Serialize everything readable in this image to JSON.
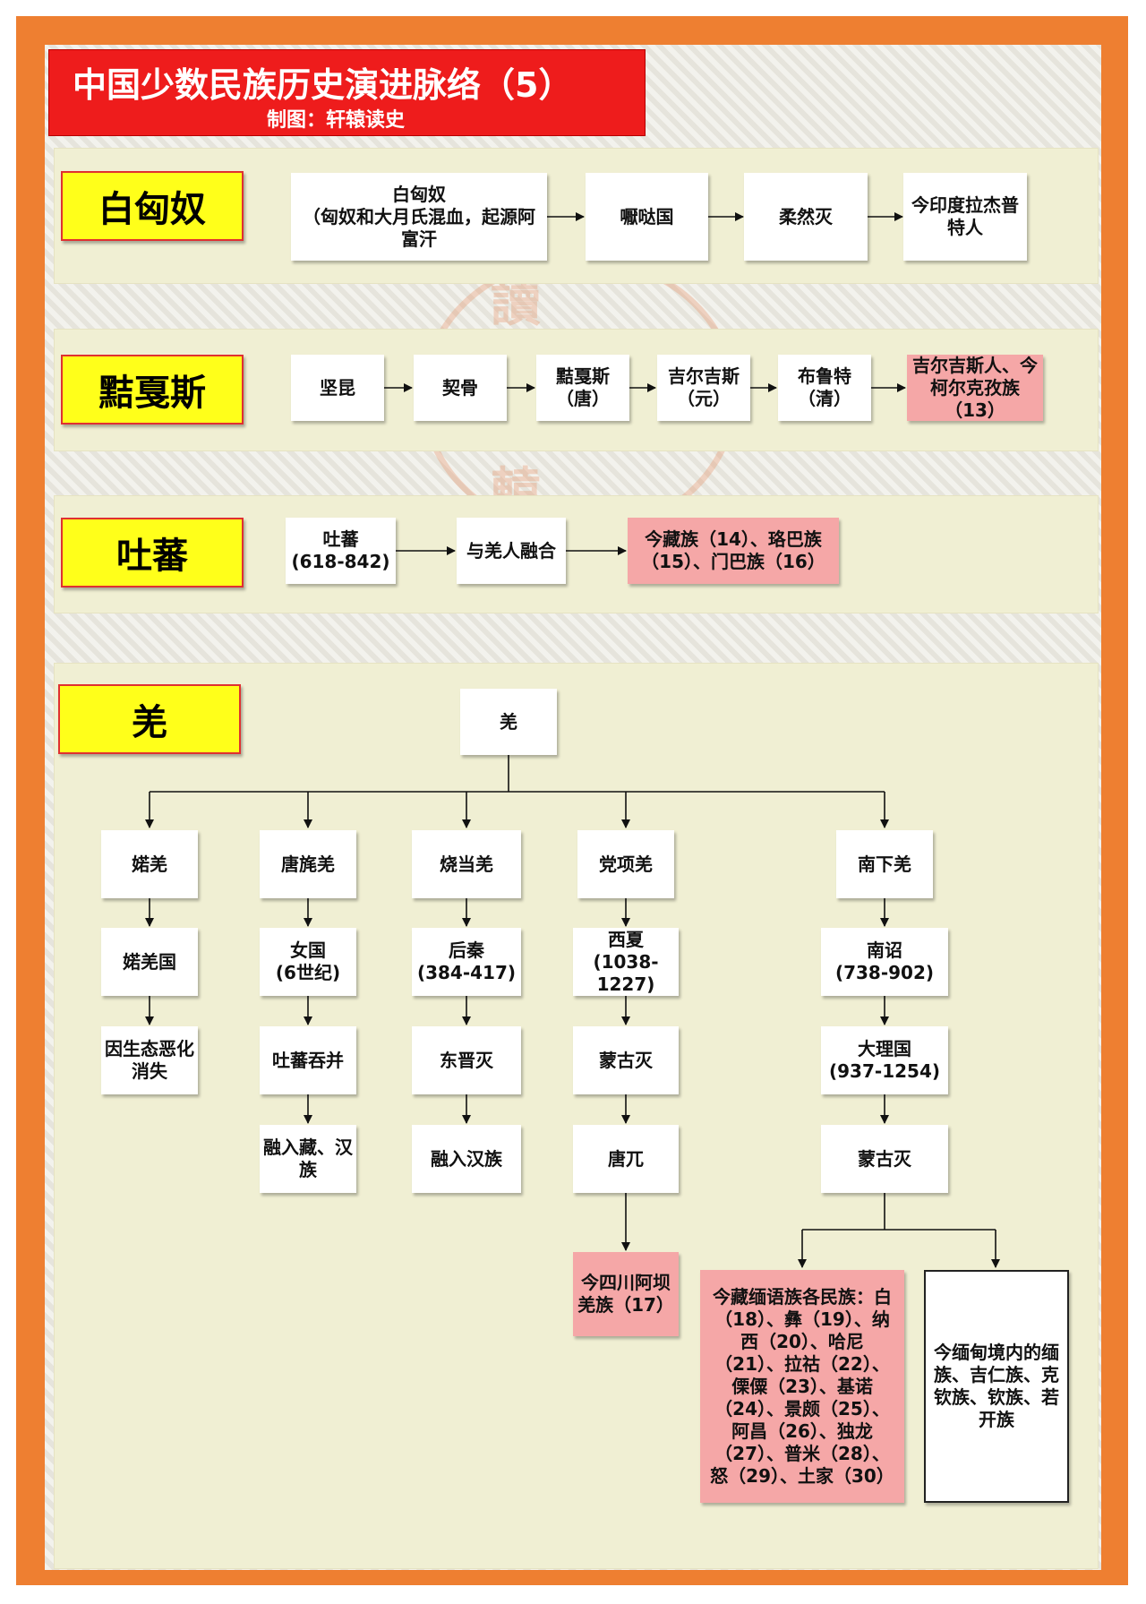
{
  "title": "中国少数民族历史演进脉络（5）",
  "subtitle": "制图：轩辕读史",
  "watermark": "讀軒史轅",
  "sections": {
    "s1": {
      "label": "白匈奴",
      "nodes": [
        "白匈奴\n（匈奴和大月氏混血，起源阿富汗",
        "嚈哒国",
        "柔然灭",
        "今印度拉杰普特人"
      ]
    },
    "s2": {
      "label": "黠戛斯",
      "nodes": [
        "坚昆",
        "契骨",
        "黠戛斯\n（唐）",
        "吉尔吉斯\n（元）",
        "布鲁特\n（清）",
        "吉尔吉斯人、今柯尔克孜族（13）"
      ]
    },
    "s3": {
      "label": "吐蕃",
      "nodes": [
        "吐蕃\n(618-842)",
        "与羌人融合",
        "今藏族（14）、珞巴族（15）、门巴族（16）"
      ]
    },
    "s4": {
      "label": "羌",
      "root": "羌",
      "col1": [
        "婼羌",
        "婼羌国",
        "因生态恶化消失"
      ],
      "col2": [
        "唐旄羌",
        "女国\n(6世纪)",
        "吐蕃吞并",
        "融入藏、汉族"
      ],
      "col3": [
        "烧当羌",
        "后秦\n(384-417)",
        "东晋灭",
        "融入汉族"
      ],
      "col4": [
        "党项羌",
        "西夏\n(1038-1227)",
        "蒙古灭",
        "唐兀",
        "今四川阿坝羌族（17）"
      ],
      "col5": [
        "南下羌",
        "南诏\n(738-902)",
        "大理国\n(937-1254)",
        "蒙古灭"
      ],
      "leaf_a": "今藏缅语族各民族：白（18）、彝（19）、纳西（20）、哈尼（21）、拉祜（22）、傈僳（23）、基诺（24）、景颇（25）、阿昌（26）、独龙（27）、普米（28）、怒（29）、土家（30）",
      "leaf_b": "今缅甸境内的缅族、吉仁族、克钦族、钦族、若开族"
    }
  }
}
